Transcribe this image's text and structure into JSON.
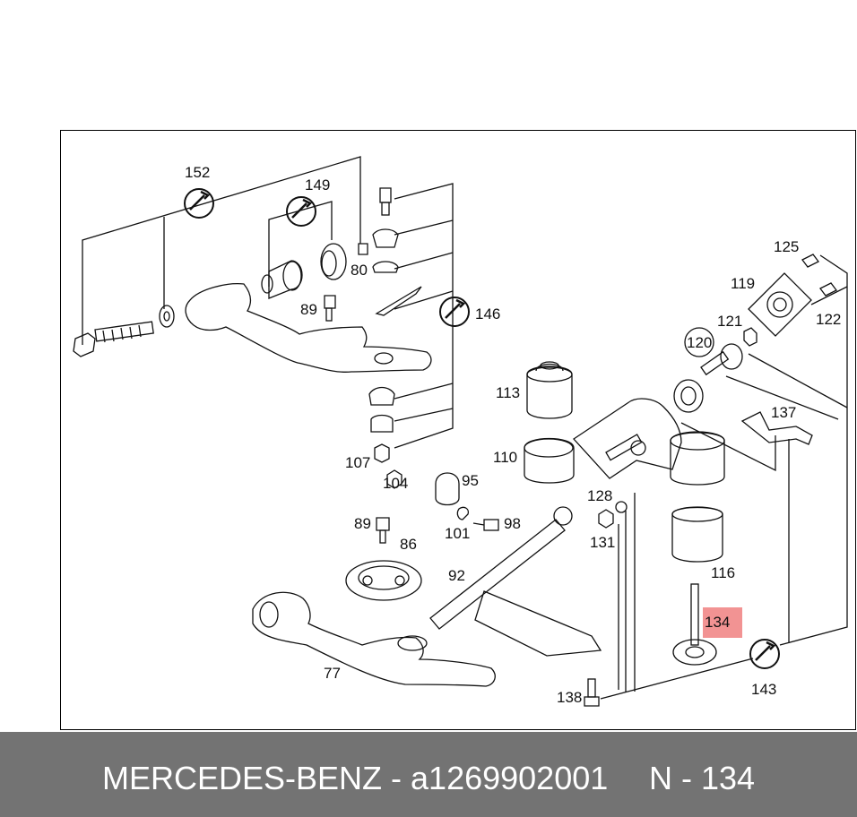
{
  "diagram": {
    "highlight_color": "#f08080",
    "callouts": [
      "152",
      "149",
      "80",
      "89",
      "146",
      "113",
      "110",
      "107",
      "104",
      "95",
      "98",
      "101",
      "89",
      "86",
      "92",
      "77",
      "125",
      "119",
      "122",
      "121",
      "120",
      "137",
      "128",
      "131",
      "116",
      "134",
      "143",
      "138"
    ],
    "highlighted": "134",
    "torque_icons": [
      "152",
      "149",
      "146",
      "143"
    ]
  },
  "footer": {
    "brand_part": "MERCEDES-BENZ - a1269902001",
    "position": "N - 134",
    "background": "#737373"
  }
}
